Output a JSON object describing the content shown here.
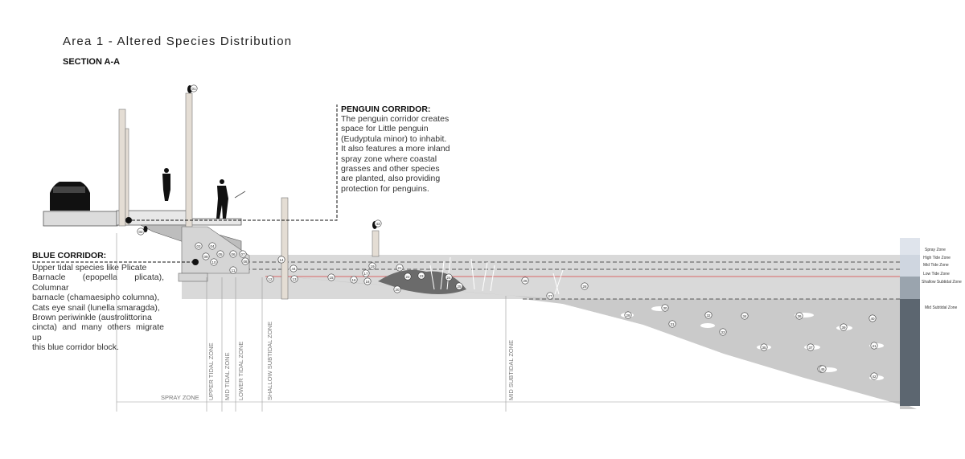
{
  "title": "Area 1 - Altered Species Distribution",
  "subtitle": "SECTION A-A",
  "penguin_corridor": {
    "heading": "PENGUIN CORRIDOR:",
    "lines": [
      "The penguin corridor creates",
      "space for Little penguin",
      "(Eudyptula minor) to inhabit.",
      "It also features a more inland",
      "spray zone where coastal",
      "grasses and other species",
      "are planted, also providing",
      "protection for penguins."
    ]
  },
  "blue_corridor": {
    "heading": "BLUE CORRIDOR:",
    "lines": [
      "Upper tidal species like Plicate",
      "Barnacle (epopella plicata), Columnar",
      "barnacle (chamaesipho columna),",
      "Cats eye snail (lunella smaragda),",
      "Brown periwinkle (austrolittorina",
      "cincta) and many others migrate up",
      "this blue corridor block."
    ]
  },
  "zones_vertical": [
    "SPRAY ZONE",
    "UPPER TIDAL ZONE",
    "MID TIDAL ZONE",
    "LOWER TIDAL ZONE",
    "SHALLOW SUBTIDAL ZONE",
    "MID SUBTIDAL ZONE"
  ],
  "zone_legend": [
    "Spray Zone",
    "High Tide Zone",
    "Mid Tide Zone",
    "Low Tide Zone",
    "Shallow Subtidal Zone",
    "Mid Subtidal Zone"
  ],
  "species_markers": [
    "01",
    "02",
    "03",
    "04",
    "05",
    "06",
    "07",
    "08",
    "09",
    "10",
    "11",
    "12",
    "13",
    "14",
    "15",
    "16",
    "17",
    "18",
    "19",
    "20",
    "21",
    "22",
    "23",
    "24",
    "25",
    "26",
    "27",
    "28",
    "29",
    "30",
    "31",
    "32",
    "33",
    "34",
    "35",
    "36",
    "37",
    "38",
    "39",
    "40",
    "41",
    "42",
    "43",
    "44",
    "45"
  ],
  "colors": {
    "water": "#d9d9d9",
    "seabed": "#c7c7c7",
    "dark_column": "#5c6670",
    "light_column": "#d8dee6",
    "redline": "#d94040",
    "structure": "#e8e8e8"
  }
}
